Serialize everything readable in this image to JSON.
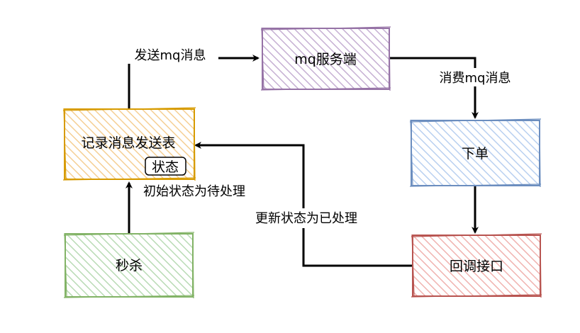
{
  "nodes": {
    "mq_server": {
      "label": "mq服务端",
      "fill": "#e1d5e7",
      "stroke": "#9673a6"
    },
    "record_table": {
      "label": "记录消息发送表",
      "badge": "状态",
      "fill": "#ffe6cc",
      "stroke": "#d79b00"
    },
    "place_order": {
      "label": "下单",
      "fill": "#dae8fc",
      "stroke": "#6c8ebf"
    },
    "flash_sale": {
      "label": "秒杀",
      "fill": "#d5e8d4",
      "stroke": "#82b366"
    },
    "callback_api": {
      "label": "回调接口",
      "fill": "#f8cecc",
      "stroke": "#b85450"
    }
  },
  "edges": {
    "send_mq": "发送mq消息",
    "consume_mq": "消费mq消息",
    "init_pending": "初始状态为待处理",
    "update_done": "更新状态为已处理"
  }
}
